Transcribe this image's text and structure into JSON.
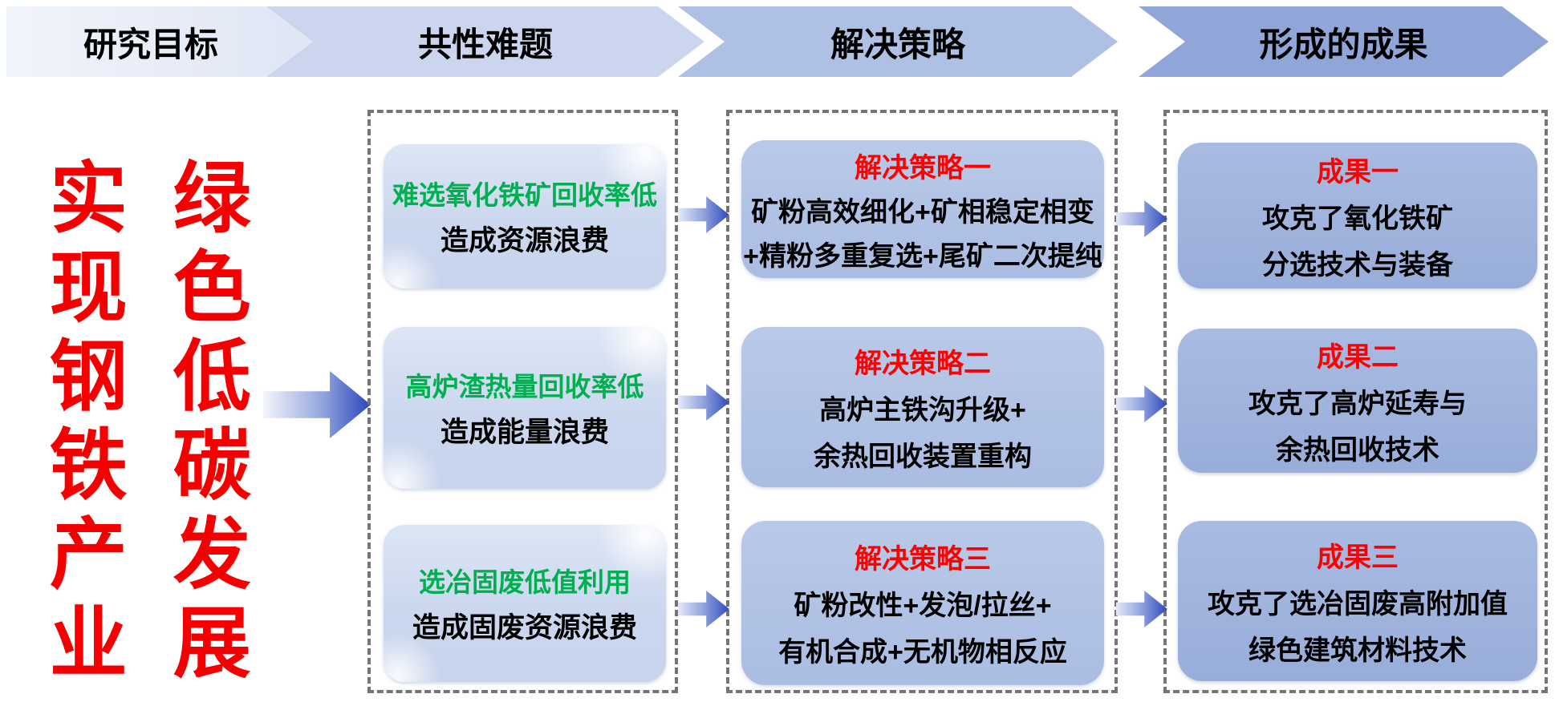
{
  "header": {
    "banners": [
      {
        "label": "研究目标"
      },
      {
        "label": "共性难题"
      },
      {
        "label": "解决策略"
      },
      {
        "label": "形成的成果"
      }
    ]
  },
  "goal": {
    "line1": "实现钢铁产业",
    "line2": "绿色低碳发展"
  },
  "columns": {
    "problems": {
      "boxes": [
        {
          "highlight": "难选氧化铁矿回收率低",
          "detail": "造成资源浪费"
        },
        {
          "highlight": "高炉渣热量回收率低",
          "detail": "造成能量浪费"
        },
        {
          "highlight": "选冶固废低值利用",
          "detail": "造成固废资源浪费"
        }
      ]
    },
    "strategies": {
      "boxes": [
        {
          "title": "解决策略一",
          "line1": "矿粉高效细化+矿相稳定相变",
          "line2": "+精粉多重复选+尾矿二次提纯"
        },
        {
          "title": "解决策略二",
          "line1": "高炉主铁沟升级+",
          "line2": "余热回收装置重构"
        },
        {
          "title": "解决策略三",
          "line1": "矿粉改性+发泡/拉丝+",
          "line2": "有机合成+无机物相反应"
        }
      ]
    },
    "results": {
      "boxes": [
        {
          "title": "成果一",
          "line1": "攻克了氧化铁矿",
          "line2": "分选技术与装备"
        },
        {
          "title": "成果二",
          "line1": "攻克了高炉延寿与",
          "line2": "余热回收技术"
        },
        {
          "title": "成果三",
          "line1": "攻克了选冶固废高附加值",
          "line2": "绿色建筑材料技术"
        }
      ]
    }
  },
  "colors": {
    "goal_text_red": "#f40000",
    "highlight_green": "#00b050",
    "title_red": "#fe0000",
    "banner_shades": [
      "#e9eef8",
      "#cbd6ee",
      "#afc0e5",
      "#90a6d8"
    ],
    "problem_box_fill": "#ccd8ee",
    "strategy_box_fill": "#aec1e4",
    "result_box_fill": "#9db2dc",
    "arrow_blue": "#2e49be",
    "dashed_border_gray": "#757575"
  }
}
